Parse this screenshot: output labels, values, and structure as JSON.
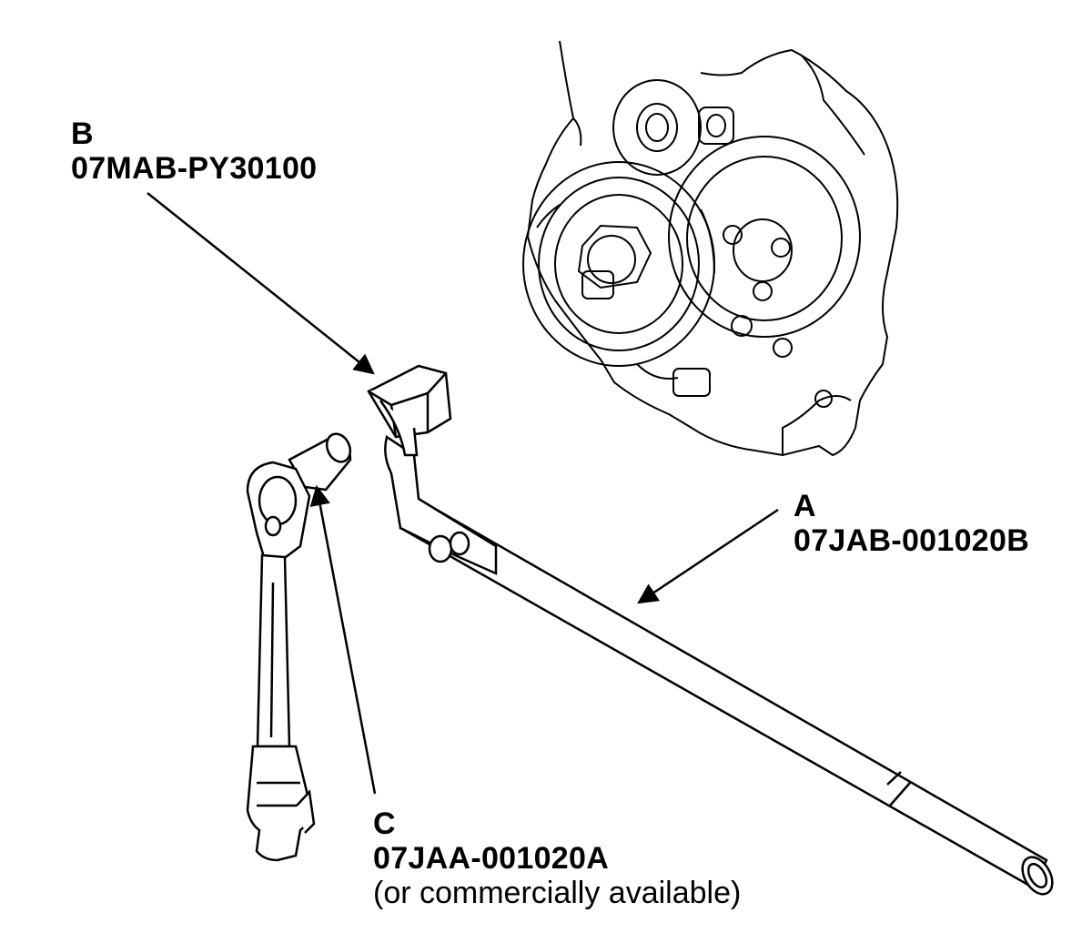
{
  "callouts": {
    "a": {
      "letter": "A",
      "part_number": "07JAB-001020B"
    },
    "b": {
      "letter": "B",
      "part_number": "07MAB-PY30100"
    },
    "c": {
      "letter": "C",
      "part_number": "07JAA-001020A",
      "note": "(or commercially available)"
    }
  },
  "colors": {
    "line": "#000000",
    "fill": "#ffffff",
    "light_line": "#555555"
  }
}
